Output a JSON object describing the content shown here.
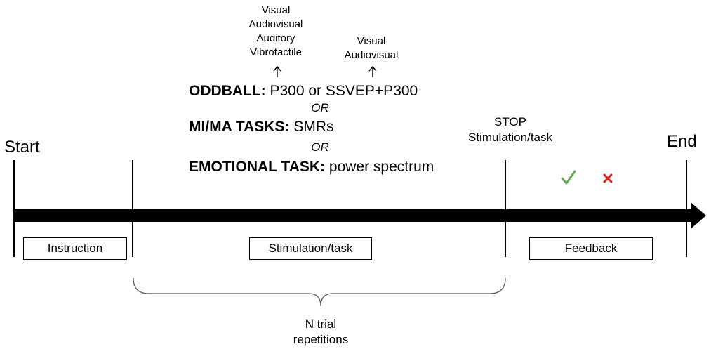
{
  "timeline": {
    "start_label": "Start",
    "end_label": "End",
    "stop_label_line1": "STOP",
    "stop_label_line2": "Stimulation/task"
  },
  "phases": {
    "instruction": "Instruction",
    "stimulation": "Stimulation/task",
    "feedback": "Feedback"
  },
  "paradigms": {
    "oddball_head": "ODDBALL:",
    "oddball_body": "P300 or SSVEP+P300",
    "or_1": "OR",
    "mima_head": "MI/MA TASKS:",
    "mima_body": "SMRs",
    "or_2": "OR",
    "emotional_head": "EMOTIONAL TASK:",
    "emotional_body": "power spectrum"
  },
  "p300_modalities": [
    "Visual",
    "Audiovisual",
    "Auditory",
    "Vibrotactile"
  ],
  "ssvep_modalities": [
    "Visual",
    "Audiovisual"
  ],
  "repetitions": {
    "line1": "N trial",
    "line2": "repetitions"
  },
  "feedback_icons": {
    "correct": "check-icon",
    "incorrect": "cross-icon",
    "correct_color": "#6aa84f",
    "incorrect_color": "#e02020"
  }
}
